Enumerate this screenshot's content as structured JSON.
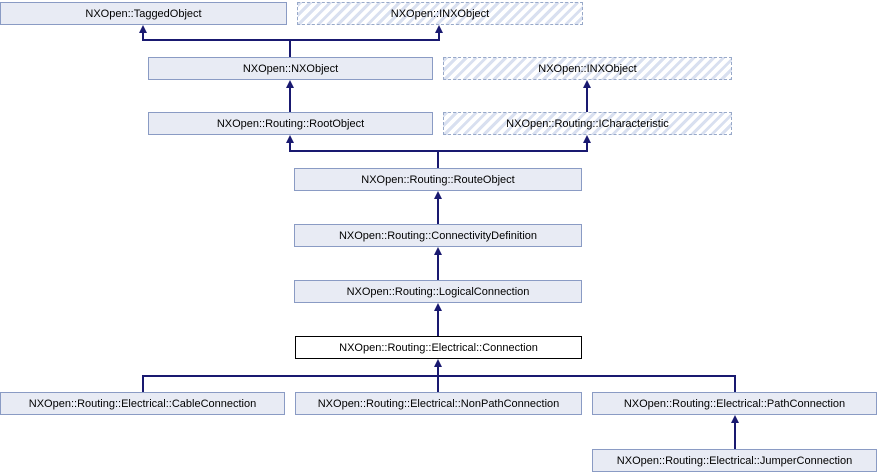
{
  "diagram": {
    "type": "class-inheritance-diagram",
    "colors": {
      "background": "#ffffff",
      "node_fill": "#e8ebf4",
      "node_border": "#8a9bc4",
      "hatch_stripe": "#d9e0f0",
      "hatch_border": "#98a9c9",
      "focus_node_fill": "#ffffff",
      "focus_node_border": "#000000",
      "edge": "#191970",
      "text": "#000000"
    },
    "nodes": [
      {
        "id": "taggedobject",
        "label": "NXOpen::TaggedObject",
        "style": "solid"
      },
      {
        "id": "inxobject-base",
        "label": "NXOpen::INXObject",
        "style": "hatched"
      },
      {
        "id": "nxobject",
        "label": "NXOpen::NXObject",
        "style": "solid"
      },
      {
        "id": "inxobject",
        "label": "NXOpen::INXObject",
        "style": "hatched"
      },
      {
        "id": "rootobject",
        "label": "NXOpen::Routing::RootObject",
        "style": "solid"
      },
      {
        "id": "icharacteristic",
        "label": "NXOpen::Routing::ICharacteristic",
        "style": "hatched"
      },
      {
        "id": "routeobject",
        "label": "NXOpen::Routing::RouteObject",
        "style": "solid"
      },
      {
        "id": "connectivitydefinition",
        "label": "NXOpen::Routing::ConnectivityDefinition",
        "style": "solid"
      },
      {
        "id": "logicalconnection",
        "label": "NXOpen::Routing::LogicalConnection",
        "style": "solid"
      },
      {
        "id": "connection",
        "label": "NXOpen::Routing::Electrical::Connection",
        "style": "focus"
      },
      {
        "id": "cableconnection",
        "label": "NXOpen::Routing::Electrical::CableConnection",
        "style": "solid"
      },
      {
        "id": "nonpathconnection",
        "label": "NXOpen::Routing::Electrical::NonPathConnection",
        "style": "solid"
      },
      {
        "id": "pathconnection",
        "label": "NXOpen::Routing::Electrical::PathConnection",
        "style": "solid"
      },
      {
        "id": "jumperconnection",
        "label": "NXOpen::Routing::Electrical::JumperConnection",
        "style": "solid"
      }
    ]
  }
}
